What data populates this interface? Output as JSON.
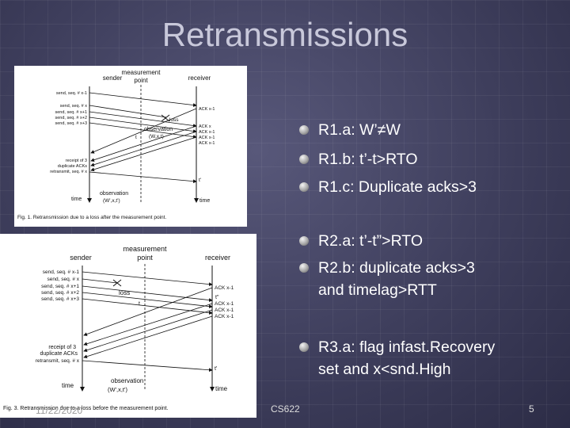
{
  "title": "Retransmissions",
  "bullets": [
    {
      "line1": "R1.a: W’≠W"
    },
    {
      "line1": "R1.b: t’-t>RTO"
    },
    {
      "line1": "R1.c: Duplicate acks>3"
    },
    {
      "line1": "R2.a: t’-t”>RTO"
    },
    {
      "line1": "R2.b: duplicate acks>3",
      "line2": "and timelag>RTT"
    },
    {
      "line1": "R3.a: flag infast.Recovery",
      "line2": "set and x<snd.High"
    }
  ],
  "fig1": {
    "sender": "sender",
    "measurement": "measurement",
    "point": "point",
    "receiver": "receiver",
    "left_labels": [
      "send, seq. # x-1",
      "send, seq. # x",
      "send, seq. # x+1",
      "send, seq. # x+2",
      "send, seq. # x+3"
    ],
    "loss": "loss",
    "observation": "observation",
    "obs1_sub": "(W,x,t)",
    "acks": [
      "ACK x-1",
      "ACK x",
      "ACK x-1",
      "ACK x-1",
      "ACK x-1"
    ],
    "t_label": "t",
    "receipt": "receipt of 3",
    "dup": "duplicate ACKs",
    "retransmit": "retransmit, seq. # x",
    "tprime": "t'",
    "time": "time",
    "obs2": "observation",
    "obs2_sub": "(W',x,t')",
    "caption": "Fig. 1.   Retransmission due to a loss after the measurement point."
  },
  "fig2": {
    "sender": "sender",
    "measurement": "measurement",
    "point": "point",
    "receiver": "receiver",
    "left_labels": [
      "send, seq. # x-1",
      "send, seq. # x",
      "send, seq. # x+1",
      "send, seq. # x+2",
      "send, seq. # x+3"
    ],
    "loss": "loss",
    "acks": [
      "ACK x-1",
      "ACK x-1",
      "ACK x-1",
      "ACK x-1"
    ],
    "t_label": "t",
    "tdd_label": "t\"",
    "receipt": "receipt of 3",
    "dup": "duplicate ACKs",
    "retransmit": "retransmit, seq. # x",
    "tprime": "t'",
    "time": "time",
    "obs": "observation",
    "obs_sub": "(W',x,t')",
    "caption": "Fig. 3.   Retransmission due to a loss before the measurement point."
  },
  "footer": {
    "date": "11/22/2020",
    "course": "CS622",
    "page": "5"
  }
}
